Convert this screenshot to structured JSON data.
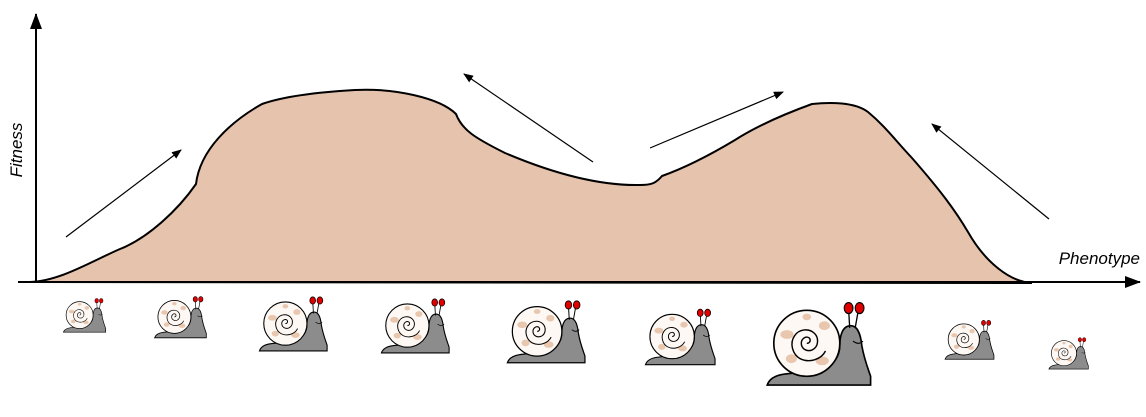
{
  "diagram": {
    "y_axis_label": "Fitness",
    "x_axis_label": "Phenotype",
    "colors": {
      "landscape_fill": "#e6c3ad",
      "outline": "#000000",
      "snail_body": "#8c8c8c",
      "shell_fill": "#fdf8f3",
      "shell_patch": "#e9c6ae",
      "eye": "#e00000"
    },
    "landscape": {
      "peaks": 2,
      "shape": "bimodal fitness landscape"
    },
    "arrows": [
      {
        "direction": "up-right",
        "meaning": "toward left peak"
      },
      {
        "direction": "up-left",
        "meaning": "toward left peak"
      },
      {
        "direction": "up-right",
        "meaning": "toward right peak"
      },
      {
        "direction": "up-left",
        "meaning": "toward right peak"
      }
    ],
    "snail_icon": "snail-icon",
    "snail_count": 9
  }
}
